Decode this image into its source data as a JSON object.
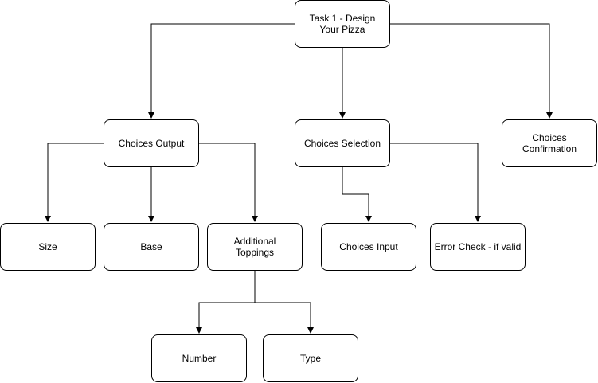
{
  "diagram": {
    "nodes": {
      "task": "Task 1 - Design Your Pizza",
      "choices_output": "Choices Output",
      "choices_selection": "Choices Selection",
      "choices_confirmation": "Choices Confirmation",
      "size": "Size",
      "base": "Base",
      "additional_toppings": "Additional Toppings",
      "choices_input": "Choices Input",
      "error_check": "Error Check - if valid",
      "number": "Number",
      "type": "Type"
    },
    "edges": [
      {
        "from": "task",
        "to": "choices_output"
      },
      {
        "from": "task",
        "to": "choices_selection"
      },
      {
        "from": "task",
        "to": "choices_confirmation"
      },
      {
        "from": "choices_output",
        "to": "size"
      },
      {
        "from": "choices_output",
        "to": "base"
      },
      {
        "from": "choices_output",
        "to": "additional_toppings"
      },
      {
        "from": "choices_selection",
        "to": "choices_input"
      },
      {
        "from": "choices_selection",
        "to": "error_check"
      },
      {
        "from": "additional_toppings",
        "to": "number"
      },
      {
        "from": "additional_toppings",
        "to": "type"
      }
    ],
    "colors": {
      "stroke": "#000000",
      "node_fill": "#ffffff",
      "text": "#000000",
      "background": "#ffffff"
    }
  }
}
